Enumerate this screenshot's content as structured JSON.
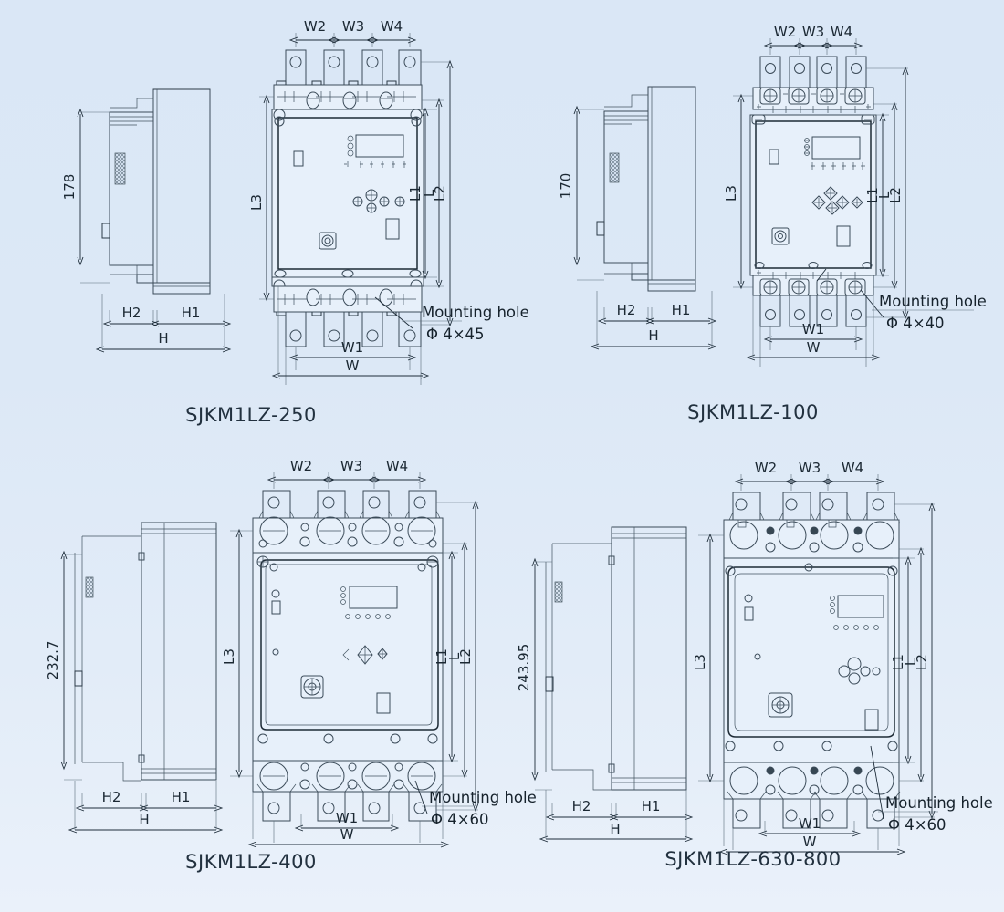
{
  "page": {
    "background_top_color": "#dae7f6",
    "background_bottom_color": "#eaf1fa",
    "line_color": "#2b3a47",
    "text_color": "#1b2833",
    "kind": "technical-dimension-drawing-sheet",
    "drawing_count": 4
  },
  "labels": {
    "w": "W",
    "w1": "W1",
    "w2": "W2",
    "w3": "W3",
    "w4": "W4",
    "h": "H",
    "h1": "H1",
    "h2": "H2",
    "l": "L",
    "l1": "L1",
    "l2": "L2",
    "l3": "L3",
    "mounting_hole": "Mounting hole"
  },
  "figures": [
    {
      "id": "fig-250",
      "caption": "SJKM1LZ-250",
      "side_view_height": "178",
      "mounting_hole_note": "Mounting hole",
      "mounting_hole_spec": "Φ 4×45",
      "width_dims": [
        "W2",
        "W3",
        "W4"
      ],
      "bottom_dims": [
        "W1",
        "W"
      ],
      "side_dims": [
        "H2",
        "H1",
        "H"
      ],
      "height_dims": [
        "L3",
        "L1",
        "L",
        "L2"
      ],
      "pole_count": 4
    },
    {
      "id": "fig-100",
      "caption": "SJKM1LZ-100",
      "side_view_height": "170",
      "mounting_hole_note": "Mounting hole",
      "mounting_hole_spec": "Φ 4×40",
      "width_dims": [
        "W2",
        "W3",
        "W4"
      ],
      "bottom_dims": [
        "W1",
        "W"
      ],
      "side_dims": [
        "H2",
        "H1",
        "H"
      ],
      "height_dims": [
        "L3",
        "L1",
        "L",
        "L2"
      ],
      "pole_count": 4
    },
    {
      "id": "fig-400",
      "caption": "SJKM1LZ-400",
      "side_view_height": "232.7",
      "mounting_hole_note": "Mounting hole",
      "mounting_hole_spec": "Φ 4×60",
      "width_dims": [
        "W2",
        "W3",
        "W4"
      ],
      "bottom_dims": [
        "W1",
        "W"
      ],
      "side_dims": [
        "H2",
        "H1",
        "H"
      ],
      "height_dims": [
        "L3",
        "L1",
        "L",
        "L2"
      ],
      "pole_count": 4
    },
    {
      "id": "fig-630-800",
      "caption": "SJKM1LZ-630-800",
      "side_view_height": "243.95",
      "mounting_hole_note": "Mounting hole",
      "mounting_hole_spec": "Φ 4×60",
      "width_dims": [
        "W2",
        "W3",
        "W4"
      ],
      "bottom_dims": [
        "W1",
        "W"
      ],
      "side_dims": [
        "H2",
        "H1",
        "H"
      ],
      "height_dims": [
        "L3",
        "L1",
        "L",
        "L2"
      ],
      "pole_count": 4
    }
  ]
}
